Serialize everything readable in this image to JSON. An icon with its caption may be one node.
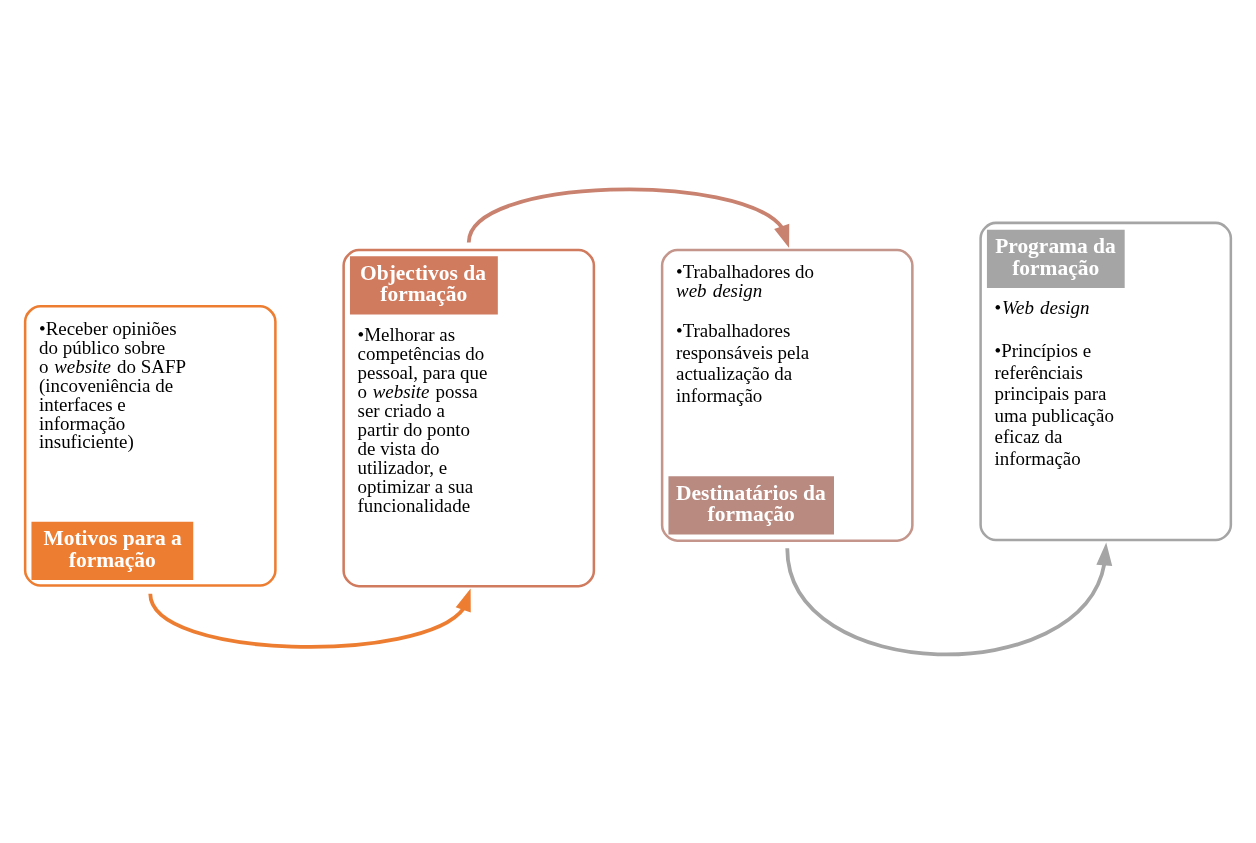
{
  "diagram": {
    "nodes": [
      {
        "text": [
          "•Receber opiniões do público sobre o *website* do SAFP (incoveniência de interfaces e informação insuficiente)",
          "Motivos para a formação"
        ]
      },
      {
        "text": [
          "Objectivos da formação",
          "•Melhorar as competências do pessoal, para que o *website* possa ser criado a partir do ponto de vista do utilizador, e optimizar a sua funcionalidade"
        ]
      },
      {
        "text": [
          "•Trabalhadores do *web design*",
          "•Trabalhadores responsáveis pela actualização da informação",
          "Destinatários da formação"
        ]
      },
      {
        "text": [
          "Programa da formação",
          "•*Web design*",
          "•Princípios e referênciais principais para uma publicação eficaz da informação"
        ]
      }
    ],
    "edges": [
      {
        "from": 0,
        "to": 1,
        "arrow": "to",
        "color": "#ed7d31"
      },
      {
        "from": 1,
        "to": 2,
        "arrow": "to",
        "color": "#c9826f"
      },
      {
        "from": 2,
        "to": 3,
        "arrow": "to",
        "color": "#a5a5a5"
      }
    ]
  }
}
